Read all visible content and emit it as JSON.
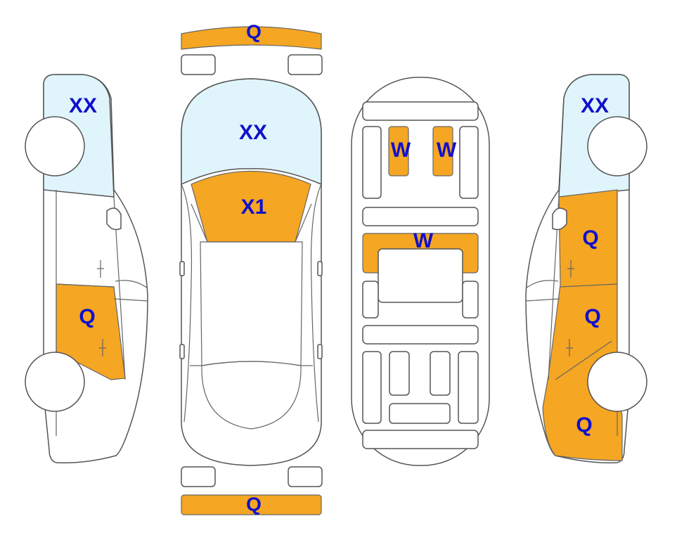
{
  "colors": {
    "damage": "#F5A623",
    "glass": "#DFF5FB",
    "label": "#1010CC",
    "outline": "#555555"
  },
  "labels": {
    "front_bumper": "Q",
    "windshield": "XX",
    "hood": "X1",
    "left_side_glass": "XX",
    "left_rear_door": "Q",
    "interior_seat_left": "W",
    "interior_seat_right": "W",
    "interior_console": "W",
    "right_side_glass": "XX",
    "right_front_fender": "Q",
    "right_front_door": "Q",
    "right_rear_door": "Q",
    "rear_bumper": "Q"
  }
}
